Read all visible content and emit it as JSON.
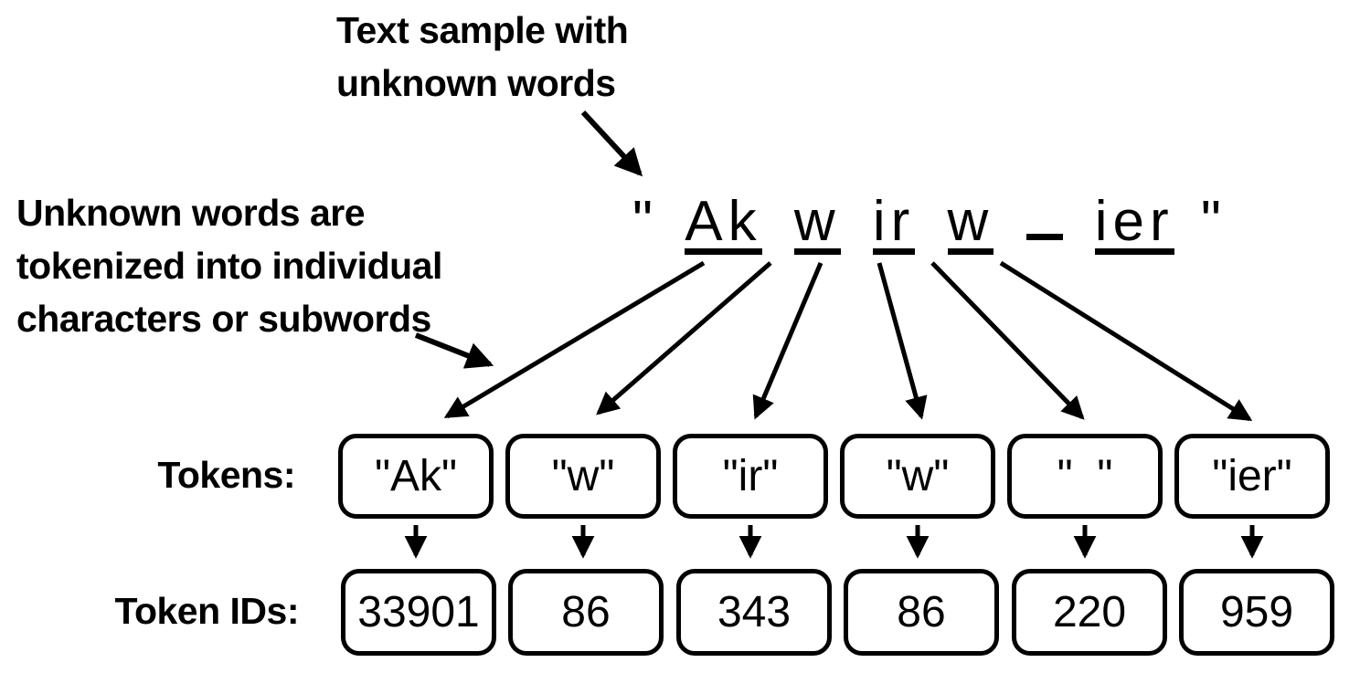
{
  "colors": {
    "ink": "#000000",
    "background": "#ffffff"
  },
  "annotations": {
    "top_label": {
      "lines": [
        "Text sample with",
        "unknown words"
      ]
    },
    "left_label": {
      "lines": [
        "Unknown words are",
        "tokenized into individual",
        "characters or subwords"
      ]
    }
  },
  "sample": {
    "full_text": "\"Akwirw ier\"",
    "open_quote": "\"",
    "close_quote": "\"",
    "segments": [
      "Ak",
      "w",
      "ir",
      "w",
      " ",
      "ier"
    ]
  },
  "tokens": {
    "row_label": "Tokens:",
    "boxes": [
      "\"Ak\"",
      "\"w\"",
      "\"ir\"",
      "\"w\"",
      "\"  \"",
      "\"ier\""
    ]
  },
  "token_ids": {
    "row_label": "Token IDs:",
    "boxes": [
      "33901",
      "86",
      "343",
      "86",
      "220",
      "959"
    ]
  }
}
